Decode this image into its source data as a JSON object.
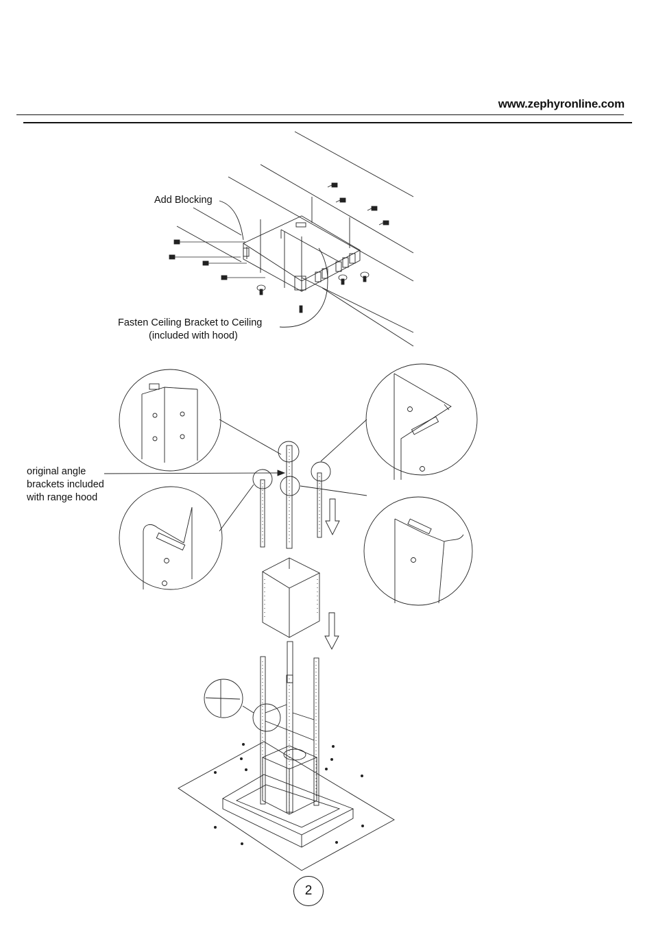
{
  "header": {
    "url": "www.zephyronline.com"
  },
  "labels": {
    "add_blocking": "Add Blocking",
    "fasten_line1": "Fasten Ceiling Bracket to Ceiling",
    "fasten_line2": "(included with hood)",
    "angle_line1": "original angle",
    "angle_line2": "brackets included",
    "angle_line3": "with range hood"
  },
  "footer": {
    "page_number": "2"
  }
}
